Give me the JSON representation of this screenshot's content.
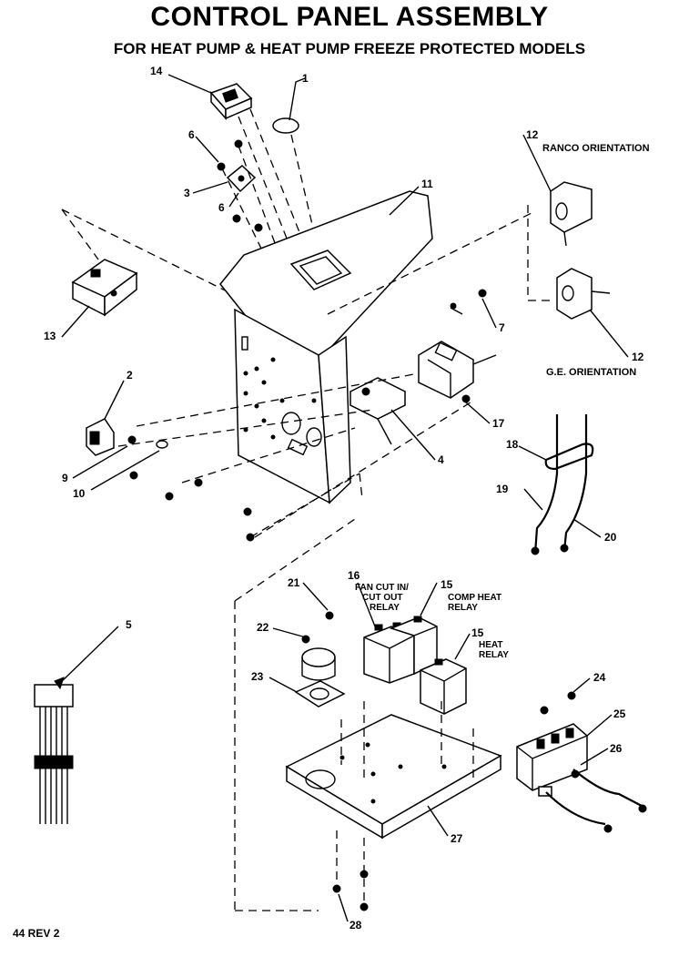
{
  "header": {
    "title": "CONTROL PANEL ASSEMBLY",
    "subtitle": "FOR HEAT PUMP & HEAT PUMP FREEZE PROTECTED MODELS"
  },
  "footer": {
    "revision": "44 REV 2"
  },
  "labels": {
    "ranco": "RANCO ORIENTATION",
    "ge": "G.E. ORIENTATION",
    "fan_relay_1": "FAN CUT IN/",
    "fan_relay_2": "CUT OUT",
    "fan_relay_3": "RELAY",
    "comp_relay_1": "COMP HEAT",
    "comp_relay_2": "RELAY",
    "heat_relay_1": "HEAT",
    "heat_relay_2": "RELAY"
  },
  "parts": {
    "p14": "14",
    "p1": "1",
    "p6a": "6",
    "p12a": "12",
    "p3": "3",
    "p6b": "6",
    "p11": "11",
    "p13": "13",
    "p7": "7",
    "p12b": "12",
    "p2": "2",
    "p17": "17",
    "p9": "9",
    "p4": "4",
    "p10": "10",
    "p18": "18",
    "p19": "19",
    "p20": "20",
    "p5": "5",
    "p21": "21",
    "p16": "16",
    "p15a": "15",
    "p15b": "15",
    "p22": "22",
    "p23": "23",
    "p24": "24",
    "p25": "25",
    "p26": "26",
    "p27": "27",
    "p28": "28"
  }
}
